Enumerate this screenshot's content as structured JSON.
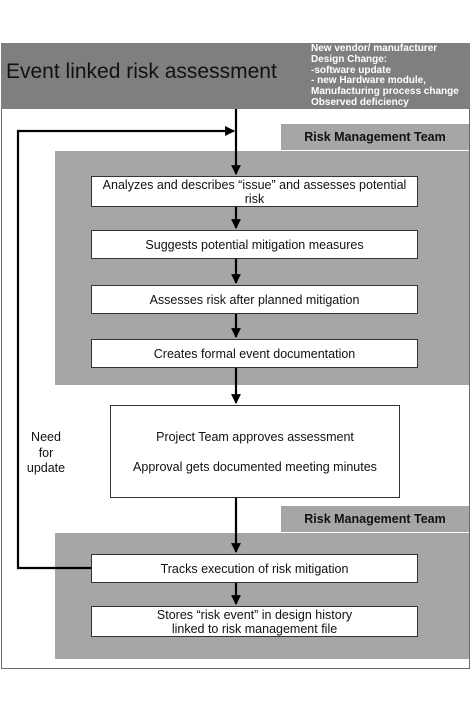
{
  "header": {
    "title": "Event linked risk assessment",
    "triggers": [
      "New vendor/ manufacturer",
      "Design Change:",
      "-software update",
      "- new Hardware module,",
      "Manufacturing process change",
      "Observed deficiency"
    ]
  },
  "teams": {
    "top": "Risk Management Team",
    "bottom": "Risk Management Team"
  },
  "steps": {
    "analyze": {
      "line1": "Analyzes and describes “issue” and assesses potential",
      "line2": "risk"
    },
    "suggest": "Suggests potential mitigation measures",
    "assess": "Assesses risk after planned mitigation",
    "document": "Creates formal event documentation",
    "approve": {
      "line1": "Project Team approves  assessment",
      "line2": "Approval gets documented meeting minutes"
    },
    "track": "Tracks execution of risk mitigation",
    "store": {
      "line1": "Stores “risk event” in design history",
      "line2": "linked to risk management file"
    }
  },
  "feedback": {
    "line1": "Need",
    "line2": "for",
    "line3": "update"
  }
}
